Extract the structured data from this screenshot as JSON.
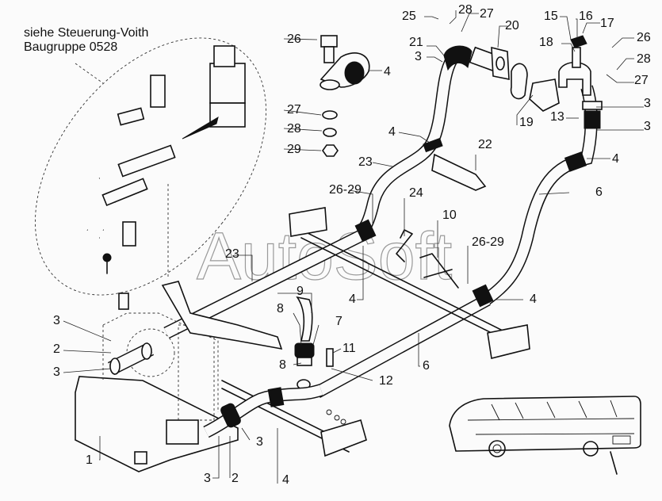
{
  "note": {
    "line1": "siehe Steuerung-Voith",
    "line2": "Baugruppe 0528"
  },
  "watermark": "AutoSoft",
  "callouts": [
    {
      "id": "c25",
      "label": "25"
    },
    {
      "id": "c28a",
      "label": "28"
    },
    {
      "id": "c27a",
      "label": "27"
    },
    {
      "id": "c20",
      "label": "20"
    },
    {
      "id": "c21",
      "label": "21"
    },
    {
      "id": "c3a",
      "label": "3"
    },
    {
      "id": "c15",
      "label": "15"
    },
    {
      "id": "c16",
      "label": "16"
    },
    {
      "id": "c17",
      "label": "17"
    },
    {
      "id": "c18",
      "label": "18"
    },
    {
      "id": "c26a",
      "label": "26"
    },
    {
      "id": "c28b",
      "label": "28"
    },
    {
      "id": "c27b",
      "label": "27"
    },
    {
      "id": "c3b",
      "label": "3"
    },
    {
      "id": "c13",
      "label": "13"
    },
    {
      "id": "c3c",
      "label": "3"
    },
    {
      "id": "c19",
      "label": "19"
    },
    {
      "id": "c26b",
      "label": "26"
    },
    {
      "id": "c4a",
      "label": "4"
    },
    {
      "id": "c27c",
      "label": "27"
    },
    {
      "id": "c28c",
      "label": "28"
    },
    {
      "id": "c29",
      "label": "29"
    },
    {
      "id": "c4b",
      "label": "4"
    },
    {
      "id": "c22",
      "label": "22"
    },
    {
      "id": "c23a",
      "label": "23"
    },
    {
      "id": "c4c",
      "label": "4"
    },
    {
      "id": "c6a",
      "label": "6"
    },
    {
      "id": "c2629a",
      "label": "26-29"
    },
    {
      "id": "c24",
      "label": "24"
    },
    {
      "id": "c10",
      "label": "10"
    },
    {
      "id": "c2629b",
      "label": "26-29"
    },
    {
      "id": "c23b",
      "label": "23"
    },
    {
      "id": "c9",
      "label": "9"
    },
    {
      "id": "c4d",
      "label": "4"
    },
    {
      "id": "c4e",
      "label": "4"
    },
    {
      "id": "c8a",
      "label": "8"
    },
    {
      "id": "c7",
      "label": "7"
    },
    {
      "id": "c11",
      "label": "11"
    },
    {
      "id": "c8b",
      "label": "8"
    },
    {
      "id": "c12",
      "label": "12"
    },
    {
      "id": "c6b",
      "label": "6"
    },
    {
      "id": "c3d",
      "label": "3"
    },
    {
      "id": "c2a",
      "label": "2"
    },
    {
      "id": "c3e",
      "label": "3"
    },
    {
      "id": "c3f",
      "label": "3"
    },
    {
      "id": "c1",
      "label": "1"
    },
    {
      "id": "c3g",
      "label": "3"
    },
    {
      "id": "c2b",
      "label": "2"
    },
    {
      "id": "c4f",
      "label": "4"
    }
  ]
}
